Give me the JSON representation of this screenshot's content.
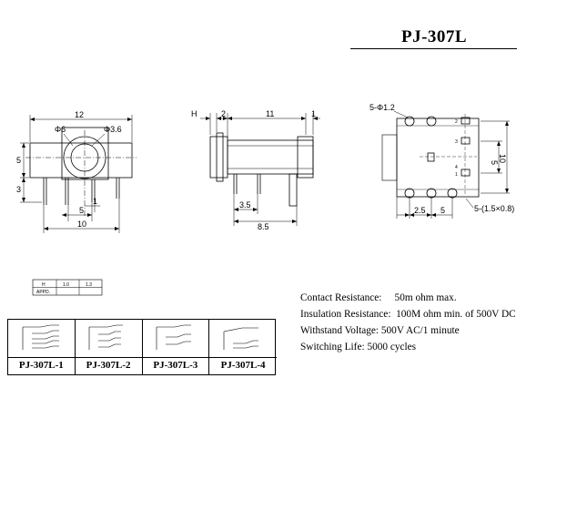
{
  "title": "PJ-307L",
  "front_view": {
    "dims": {
      "overall_width": "12",
      "hole_dia": "Φ6",
      "inner_dia": "Φ3.6",
      "height": "5",
      "pin_length": "3",
      "pin_gap": "1",
      "pin_span": "5",
      "base_width": "10"
    }
  },
  "side_view": {
    "dims": {
      "h_label": "H",
      "flange": "2",
      "body_length": "11",
      "tail": "1",
      "pin_offset": "3.5",
      "pin_span": "8.5"
    }
  },
  "pcb_view": {
    "dims": {
      "hole_callout": "5-Φ1.2",
      "slot_callout": "5-(1.5×0.8)",
      "row_spacing_top": "5",
      "row_spacing": "10",
      "col_a": "2.5",
      "col_b": "5"
    },
    "pin_numbers": [
      "2",
      "3",
      "4",
      "1"
    ]
  },
  "revision_table": {
    "headers": [
      "H",
      "1.0",
      "1.3"
    ],
    "row_label": "APPD."
  },
  "specs": [
    {
      "label": "Contact Resistance:",
      "value": "50m ohm max."
    },
    {
      "label": "Insulation Resistance:",
      "value": "100M ohm min. of 500V DC"
    },
    {
      "label": "Withstand Voltage:",
      "value": "500V AC/1 minute"
    },
    {
      "label": "Switching Life:",
      "value": "5000 cycles"
    }
  ],
  "variants": [
    {
      "label": "PJ-307L-1"
    },
    {
      "label": "PJ-307L-2"
    },
    {
      "label": "PJ-307L-3"
    },
    {
      "label": "PJ-307L-4"
    }
  ]
}
